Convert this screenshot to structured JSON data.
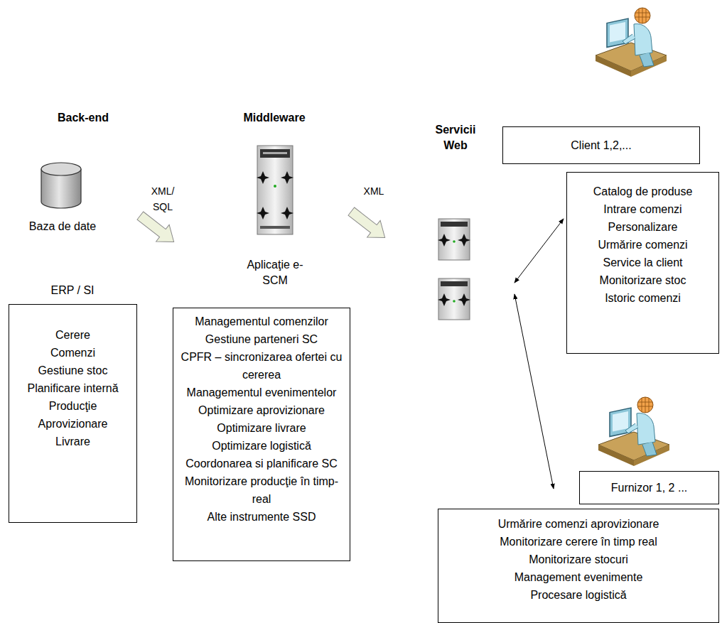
{
  "diagram": {
    "nodes": [
      {
        "text": [
          "Cerere",
          "Comenzi",
          "Gestiune stoc",
          "Planificare internă",
          "Producţie",
          "Aprovizionare",
          "Livrare"
        ]
      },
      {
        "text": [
          "Managementul comenzilor",
          "Gestiune parteneri SC",
          "CPFR – sincronizarea ofertei cu cererea",
          "Managementul evenimentelor",
          "Optimizare aprovizionare",
          "Optimizare livrare",
          "Optimizare logistică",
          "Coordonarea si planificare SC",
          "Monitorizare producţie în timp-real",
          "Alte instrumente SSD"
        ]
      },
      {
        "text": [
          "Client 1,2,..."
        ]
      },
      {
        "text": [
          "Catalog de produse",
          "Intrare comenzi",
          "Personalizare",
          "Urmărire comenzi",
          "Service la client",
          "Monitorizare stoc",
          "Istoric comenzi"
        ]
      },
      {
        "text": [
          "Furnizor 1, 2 ..."
        ]
      },
      {
        "text": [
          "Urmărire comenzi aprovizionare",
          "Monitorizare cerere în timp real",
          "Monitorizare stocuri",
          "Management evenimente",
          "Procesare logistică"
        ]
      }
    ],
    "labels": [
      "Back-end",
      "Middleware",
      "Servicii Web",
      "Baza de date",
      "ERP / SI",
      "XML/ SQL",
      "Aplicaţie e-SCM",
      "XML"
    ]
  }
}
